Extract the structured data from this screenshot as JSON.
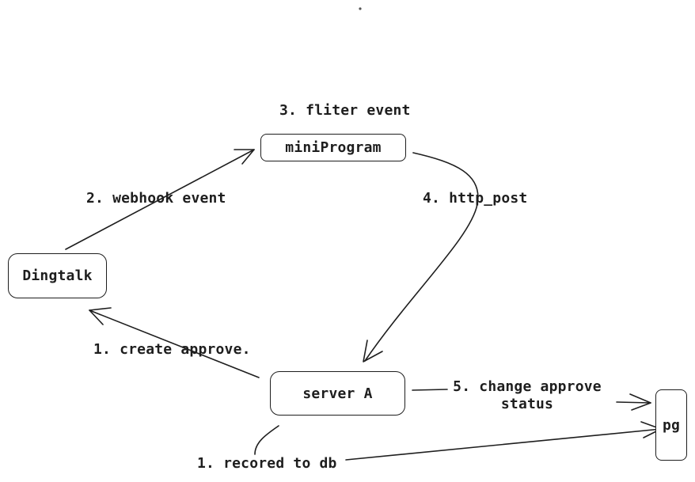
{
  "diagram": {
    "nodes": {
      "miniprogram": "miniProgram",
      "dingtalk": "Dingtalk",
      "server_a": "server A",
      "pg": "pg"
    },
    "edges": {
      "filter_event": "3. fliter event",
      "webhook_event": "2. webhook event",
      "http_post": "4. http_post",
      "create_approve": "1. create approve.",
      "change_status_line1": "5. change approve",
      "change_status_line2": "status",
      "recored_to_db": "1. recored to db"
    },
    "colors": {
      "stroke": "#1e1e1e",
      "background": "#ffffff"
    }
  }
}
